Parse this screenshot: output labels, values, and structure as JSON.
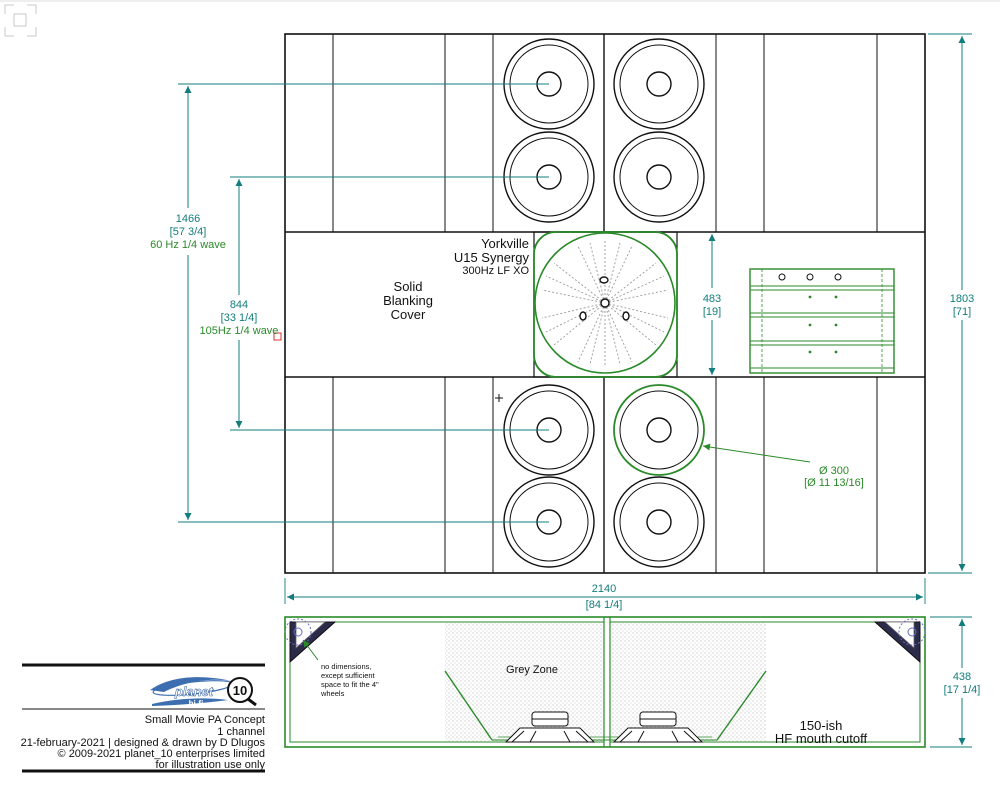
{
  "labels": {
    "yorkville": [
      "Yorkville",
      "U15 Synergy",
      "300Hz LF XO"
    ],
    "blanking": [
      "Solid",
      "Blanking",
      "Cover"
    ],
    "grey_zone": "Grey Zone",
    "hf_mouth": [
      "150-ish",
      "HF mouth cutoff"
    ],
    "wheels_note": [
      "no dimensions,",
      "except sufficient",
      "space to fit the 4\"",
      "wheels"
    ]
  },
  "dimensions": {
    "d1466": [
      "1466",
      "[57 3/4]",
      "60 Hz 1/4 wave"
    ],
    "d844": [
      "844",
      "[33 1/4]",
      "105Hz 1/4 wave"
    ],
    "d483": [
      "483",
      "[19]"
    ],
    "d1803": [
      "1803",
      "[71]"
    ],
    "d2140": [
      "2140",
      "[84 1/4]"
    ],
    "d438": [
      "438",
      "[17 1/4]"
    ],
    "d300": [
      "Ø 300",
      "[Ø 11 13/16]"
    ]
  },
  "title_block": {
    "logo_top": "planet",
    "logo_num": "10",
    "logo_sub": "hi-fi",
    "title": "Small Movie PA Concept",
    "channels": "1 channel",
    "date_line": "21-february-2021 | designed & drawn by D Dlugos",
    "copyright": "© 2009-2021 planet_10 enterprises limited",
    "usage": "for illustration use only"
  },
  "colors": {
    "teal": "#137c7c",
    "green": "#2a8a2a",
    "line": "#111111",
    "logo_blue": "#3d6fb0"
  }
}
